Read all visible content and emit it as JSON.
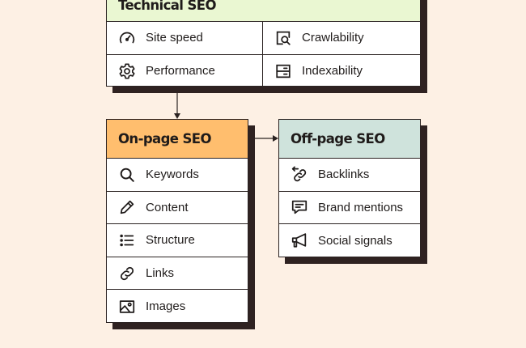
{
  "technical": {
    "title": "Technical SEO",
    "header_color": "#eaf7d2",
    "items": [
      {
        "label": "Site speed",
        "icon": "speedometer-icon"
      },
      {
        "label": "Crawlability",
        "icon": "page-search-icon"
      },
      {
        "label": "Performance",
        "icon": "gear-icon"
      },
      {
        "label": "Indexability",
        "icon": "index-icon"
      }
    ]
  },
  "onpage": {
    "title": "On-page SEO",
    "header_color": "#ffbe6e",
    "items": [
      {
        "label": "Keywords",
        "icon": "search-icon"
      },
      {
        "label": "Content",
        "icon": "pencil-icon"
      },
      {
        "label": "Structure",
        "icon": "list-icon"
      },
      {
        "label": "Links",
        "icon": "link-icon"
      },
      {
        "label": "Images",
        "icon": "image-icon"
      }
    ]
  },
  "offpage": {
    "title": "Off-page SEO",
    "header_color": "#cfe3dc",
    "items": [
      {
        "label": "Backlinks",
        "icon": "backlink-icon"
      },
      {
        "label": "Brand mentions",
        "icon": "chat-icon"
      },
      {
        "label": "Social signals",
        "icon": "megaphone-icon"
      }
    ]
  }
}
